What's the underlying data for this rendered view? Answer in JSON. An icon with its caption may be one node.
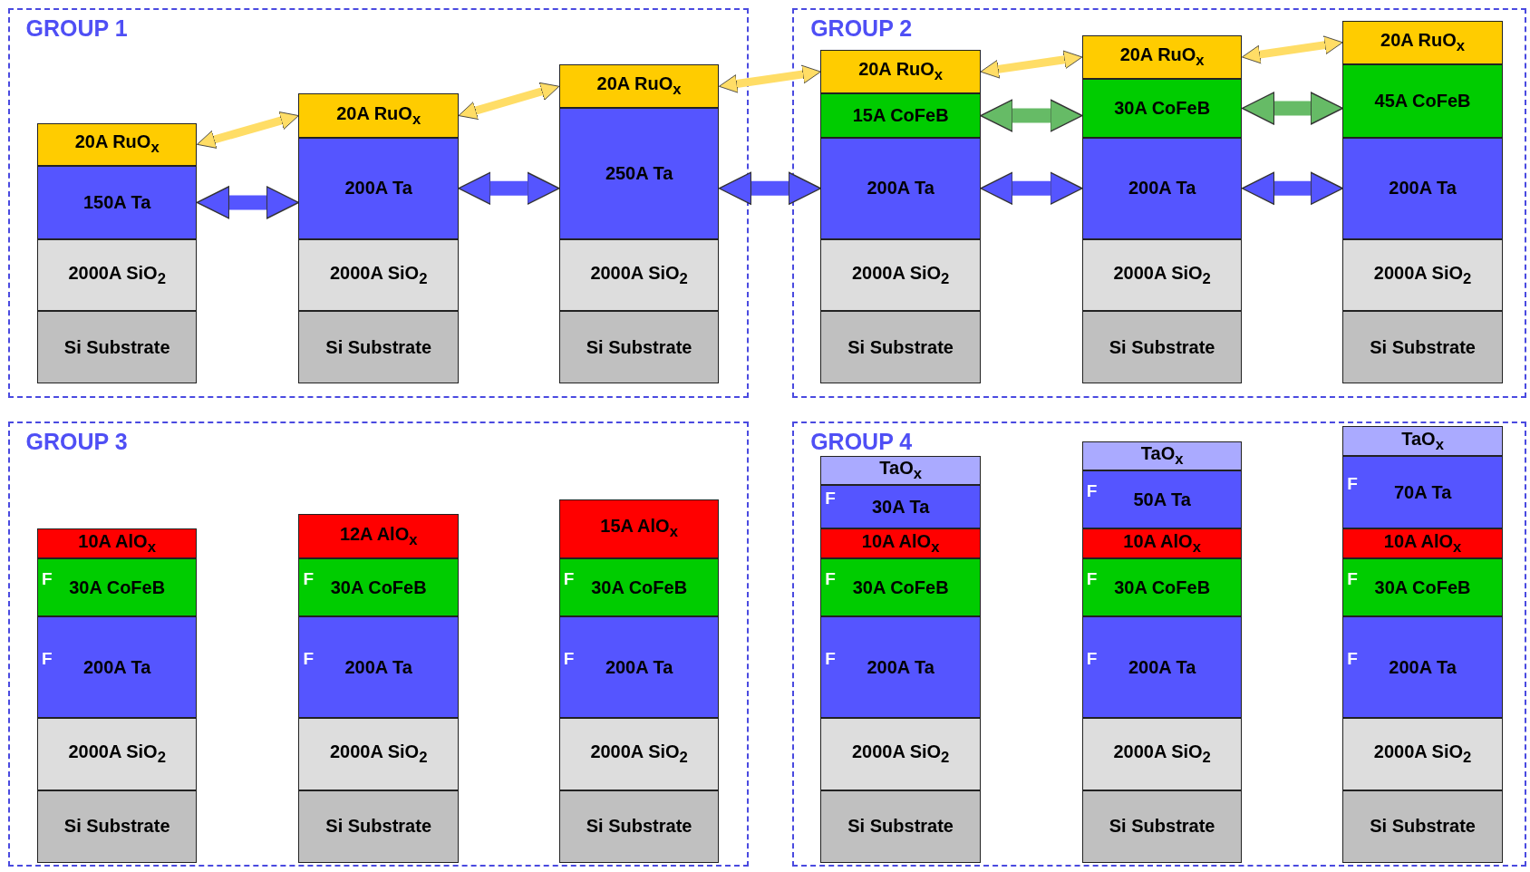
{
  "diagram": {
    "nodes": [
      {
        "text": [
          "GROUP 1"
        ]
      },
      {
        "text": [
          "20A RuO$_{x}$"
        ],
        "in": 0
      },
      {
        "text": [
          "150A Ta"
        ],
        "in": 0
      },
      {
        "text": [
          "2000A SiO$_{2}$"
        ],
        "in": 0
      },
      {
        "text": [
          "Si Substrate"
        ],
        "in": 0
      },
      {
        "text": [
          "20A RuO$_{x}$"
        ],
        "in": 0
      },
      {
        "text": [
          "200A Ta"
        ],
        "in": 0
      },
      {
        "text": [
          "2000A SiO$_{2}$"
        ],
        "in": 0
      },
      {
        "text": [
          "Si Substrate"
        ],
        "in": 0
      },
      {
        "text": [
          "20A RuO$_{x}$"
        ],
        "in": 0
      },
      {
        "text": [
          "250A Ta"
        ],
        "in": 0
      },
      {
        "text": [
          "2000A SiO$_{2}$"
        ],
        "in": 0
      },
      {
        "text": [
          "Si Substrate"
        ],
        "in": 0
      },
      {
        "text": [
          "GROUP 2"
        ]
      },
      {
        "text": [
          "20A RuO$_{x}$"
        ],
        "in": 13
      },
      {
        "text": [
          "15A CoFeB"
        ],
        "in": 13
      },
      {
        "text": [
          "200A Ta"
        ],
        "in": 13
      },
      {
        "text": [
          "2000A SiO$_{2}$"
        ],
        "in": 13
      },
      {
        "text": [
          "Si Substrate"
        ],
        "in": 13
      },
      {
        "text": [
          "20A RuO$_{x}$"
        ],
        "in": 13
      },
      {
        "text": [
          "30A CoFeB"
        ],
        "in": 13
      },
      {
        "text": [
          "200A Ta"
        ],
        "in": 13
      },
      {
        "text": [
          "2000A SiO$_{2}$"
        ],
        "in": 13
      },
      {
        "text": [
          "Si Substrate"
        ],
        "in": 13
      },
      {
        "text": [
          "20A RuO$_{x}$"
        ],
        "in": 13
      },
      {
        "text": [
          "45A CoFeB"
        ],
        "in": 13
      },
      {
        "text": [
          "200A Ta"
        ],
        "in": 13
      },
      {
        "text": [
          "2000A SiO$_{2}$"
        ],
        "in": 13
      },
      {
        "text": [
          "Si Substrate"
        ],
        "in": 13
      },
      {
        "text": [
          "GROUP 3"
        ]
      },
      {
        "text": [
          "10A AlO$_{x}$"
        ],
        "in": 29
      },
      {
        "text": [
          "F",
          "30A CoFeB"
        ],
        "in": 29
      },
      {
        "text": [
          "F",
          "200A Ta"
        ],
        "in": 29
      },
      {
        "text": [
          "2000A SiO$_{2}$"
        ],
        "in": 29
      },
      {
        "text": [
          "Si Substrate"
        ],
        "in": 29
      },
      {
        "text": [
          "12A AlO$_{x}$"
        ],
        "in": 29
      },
      {
        "text": [
          "F",
          "30A CoFeB"
        ],
        "in": 29
      },
      {
        "text": [
          "F",
          "200A Ta"
        ],
        "in": 29
      },
      {
        "text": [
          "2000A SiO$_{2}$"
        ],
        "in": 29
      },
      {
        "text": [
          "Si Substrate"
        ],
        "in": 29
      },
      {
        "text": [
          "15A AlO$_{x}$"
        ],
        "in": 29
      },
      {
        "text": [
          "F",
          "30A CoFeB"
        ],
        "in": 29
      },
      {
        "text": [
          "F",
          "200A Ta"
        ],
        "in": 29
      },
      {
        "text": [
          "2000A SiO$_{2}$"
        ],
        "in": 29
      },
      {
        "text": [
          "Si Substrate"
        ],
        "in": 29
      },
      {
        "text": [
          "GROUP 4"
        ]
      },
      {
        "text": [
          "TaO$_{x}$"
        ],
        "in": 45
      },
      {
        "text": [
          "F",
          "30A Ta"
        ],
        "in": 45
      },
      {
        "text": [
          "10A AlO$_{x}$"
        ],
        "in": 45
      },
      {
        "text": [
          "F",
          "30A CoFeB"
        ],
        "in": 45
      },
      {
        "text": [
          "F",
          "200A Ta"
        ],
        "in": 45
      },
      {
        "text": [
          "2000A SiO$_{2}$"
        ],
        "in": 45
      },
      {
        "text": [
          "Si Substrate"
        ],
        "in": 45
      },
      {
        "text": [
          "TaO$_{x}$"
        ],
        "in": 45
      },
      {
        "text": [
          "F",
          "50A Ta"
        ],
        "in": 45
      },
      {
        "text": [
          "10A AlO$_{x}$"
        ],
        "in": 45
      },
      {
        "text": [
          "F",
          "30A CoFeB"
        ],
        "in": 45
      },
      {
        "text": [
          "F",
          "200A Ta"
        ],
        "in": 45
      },
      {
        "text": [
          "2000A SiO$_{2}$"
        ],
        "in": 45
      },
      {
        "text": [
          "Si Substrate"
        ],
        "in": 45
      },
      {
        "text": [
          "TaO$_{x}$"
        ],
        "in": 45
      },
      {
        "text": [
          "F",
          "70A Ta"
        ],
        "in": 45
      },
      {
        "text": [
          "10A AlO$_{x}$"
        ],
        "in": 45
      },
      {
        "text": [
          "F",
          "30A CoFeB"
        ],
        "in": 45
      },
      {
        "text": [
          "F",
          "200A Ta"
        ],
        "in": 45
      },
      {
        "text": [
          "2000A SiO$_{2}$"
        ],
        "in": 45
      },
      {
        "text": [
          "Si Substrate"
        ],
        "in": 45
      }
    ],
    "edges": [
      {
        "from": 1,
        "to": 5,
        "arrow": "both",
        "color": "#ffdd66"
      },
      {
        "from": 2,
        "to": 6,
        "arrow": "both",
        "color": "#5555ff"
      },
      {
        "from": 5,
        "to": 9,
        "arrow": "both",
        "color": "#ffdd66"
      },
      {
        "from": 6,
        "to": 10,
        "arrow": "both",
        "color": "#5555ff"
      },
      {
        "from": 9,
        "to": 14,
        "arrow": "both",
        "color": "#ffdd66"
      },
      {
        "from": 10,
        "to": 16,
        "arrow": "both",
        "color": "#5555ff"
      },
      {
        "from": 14,
        "to": 19,
        "arrow": "both",
        "color": "#ffdd66"
      },
      {
        "from": 15,
        "to": 20,
        "arrow": "both",
        "color": "#66bb66"
      },
      {
        "from": 16,
        "to": 21,
        "arrow": "both",
        "color": "#5555ff"
      },
      {
        "from": 19,
        "to": 24,
        "arrow": "both",
        "color": "#ffdd66"
      },
      {
        "from": 20,
        "to": 25,
        "arrow": "both",
        "color": "#66bb66"
      },
      {
        "from": 21,
        "to": 26,
        "arrow": "both",
        "color": "#5555ff"
      }
    ]
  }
}
